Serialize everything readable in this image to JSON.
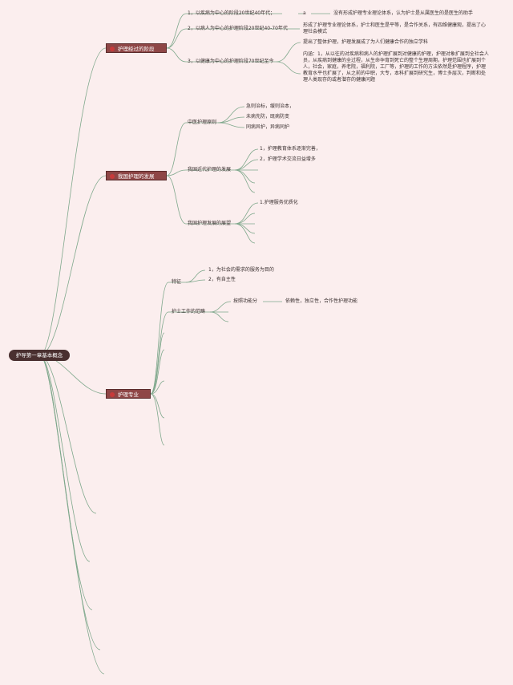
{
  "root": "护导第一章基本概念",
  "branches": [
    {
      "label": "护理经过的阶段",
      "children": [
        {
          "label": "1，以疾病为中心的阶段20世纪40年代；",
          "sub_marker": "a",
          "detail": "没有形成护理专业理论体系，认为护士是从属医生的是医生的助手"
        },
        {
          "label": "2，以病人为中心的护理阶段20世纪40-70年代",
          "detail": "形成了护理专业理论体系，护士和医生是平等，是合作关系，有四维健康观，提出了心理社会模式"
        },
        {
          "label": "3，以健康为中心的护理阶段70世纪至今",
          "details": [
            "提出了整体护理，护理发展成了为人们健康合作的独立学科",
            "内涵：1，从以往的对疾病和病人的护理扩展到对健康的护理，护理对象扩展到全社会人员，从疾病到健康的全过程，从生命孕育到死亡的整个生理周期，护理范围也扩展到个人，社会，家庭，养老院，福利院，工厂等，护理的工作的方法依然是护理程序，护理教育水平也扩展了，从之前的中职，大专，本科扩展到研究生，博士多层次，判断和处理人类现存的或者潜存的健康问题"
          ]
        }
      ]
    },
    {
      "label": "我国护理的发展",
      "children": [
        {
          "label": "中医护理原则",
          "items": [
            "急则治标，缓则治本，",
            "未病先防，既病防变",
            "同病异护，异病同护"
          ]
        },
        {
          "label": "我国近代护理的发展",
          "items": [
            "1，护理教育体系逐渐完善，",
            "2，护理学术交流日益增多"
          ]
        },
        {
          "label": "我国护理发展的展望",
          "items": [
            "1.护理服务优质化"
          ]
        }
      ]
    },
    {
      "label": "护理专业",
      "children": [
        {
          "label": "特征",
          "items": [
            "1，为社会的需求的服务为目的",
            "2，有自主性"
          ]
        },
        {
          "label": "护士工作的范畴",
          "items": [
            "按照功能分"
          ],
          "detail": "依赖性，独立性，合作性护理功能"
        }
      ]
    }
  ],
  "colors": {
    "background": "#fbeeee",
    "line": "#7fa88c",
    "node_fill": "#8e4646",
    "root_fill": "#4a3030",
    "icon": "#c73b3b"
  }
}
